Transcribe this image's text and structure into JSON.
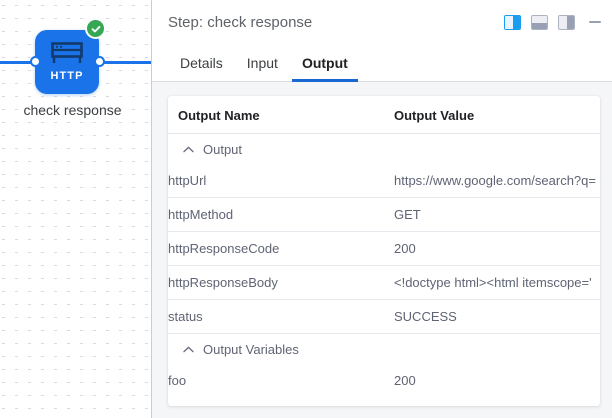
{
  "canvas": {
    "node": {
      "label": "check response",
      "icon_name": "http-node-icon",
      "icon_text": "HTTP",
      "status_icon": "check-circle-icon",
      "node_color": "#1a73e8",
      "status_color": "#34a853"
    }
  },
  "panel": {
    "title": "Step: check response",
    "header_actions": [
      {
        "name": "layout-right-split",
        "label": "Right split layout",
        "active": true
      },
      {
        "name": "layout-bottom-split",
        "label": "Bottom split layout",
        "active": false
      },
      {
        "name": "layout-left-split",
        "label": "Left split layout",
        "active": false
      },
      {
        "name": "minimize",
        "label": "Minimize panel",
        "active": false
      }
    ],
    "tabs": [
      {
        "label": "Details",
        "active": false
      },
      {
        "label": "Input",
        "active": false
      },
      {
        "label": "Output",
        "active": true
      }
    ],
    "table": {
      "headers": {
        "name": "Output Name",
        "value": "Output Value"
      },
      "groups": [
        {
          "label": "Output",
          "expanded": true,
          "chevron": "chevron-up-icon",
          "rows": [
            {
              "name": "httpUrl",
              "value": "https://www.google.com/search?q="
            },
            {
              "name": "httpMethod",
              "value": "GET"
            },
            {
              "name": "httpResponseCode",
              "value": "200"
            },
            {
              "name": "httpResponseBody",
              "value": "<!doctype html><html itemscope='"
            },
            {
              "name": "status",
              "value": "SUCCESS"
            }
          ]
        },
        {
          "label": "Output Variables",
          "expanded": true,
          "chevron": "chevron-up-icon",
          "rows": [
            {
              "name": "foo",
              "value": "200"
            }
          ]
        }
      ]
    }
  },
  "colors": {
    "accent": "#1a73e8",
    "tab_underline": "#1967d2",
    "success": "#34a853",
    "panel_bg": "#f5f6f8"
  }
}
